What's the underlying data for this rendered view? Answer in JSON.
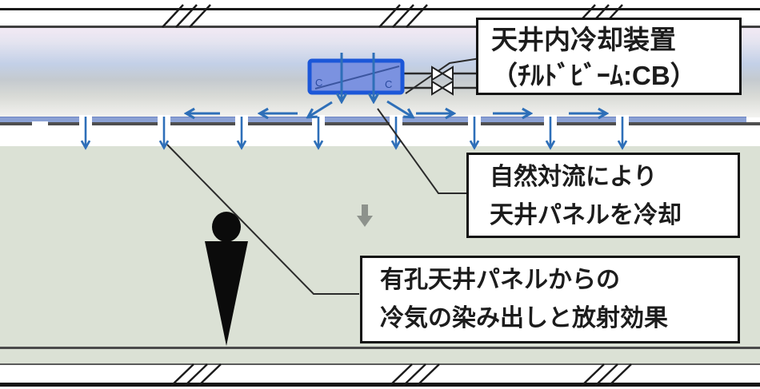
{
  "diagram": {
    "callouts": {
      "ceiling_device": {
        "line1": "天井内冷却装置",
        "line2": "（ﾁﾙﾄﾞﾋﾞｰﾑ:CB）"
      },
      "natural_convection": {
        "line1": "自然対流により",
        "line2": "天井パネルを冷却"
      },
      "perforated_panel": {
        "line1": "有孔天井パネルからの",
        "line2": "冷気の染み出しと放射効果"
      }
    },
    "beam": {
      "left_mark": "C",
      "right_mark": "C"
    },
    "colors": {
      "airflow_blue": "#2e6fb8",
      "beam_border": "#1c57d8",
      "beam_fill": "#7b92e0",
      "ceiling_panel_blue": "#8ba1d4",
      "room_green": "#dbe1d5",
      "slab_line_dark": "#1a1a1a",
      "callout_border": "#111111",
      "callout_background": "#ffffff",
      "downdraft_gray": "#8d928c"
    },
    "icons": {
      "beam_unit": "chilled-beam-icon",
      "valves": "bowtie-valve-icon",
      "person": "person-silhouette-icon",
      "break_marks": "section-break-hatch-icon",
      "airflow": "airflow-arrow-icon"
    }
  }
}
